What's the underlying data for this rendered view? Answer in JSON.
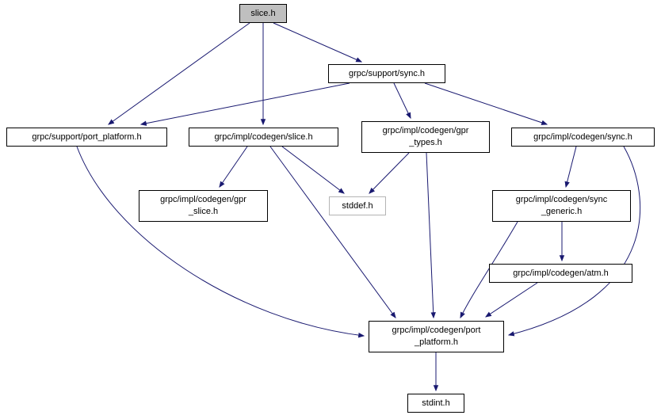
{
  "diagram": {
    "type": "include-dependency-graph",
    "root": "slice.h",
    "colors": {
      "edge": "#191970",
      "node_border": "#000000",
      "external_node_border": "#b4b4b4",
      "root_fill": "#bfbfbf",
      "node_fill": "#ffffff"
    },
    "nodes": [
      {
        "id": "slice_h",
        "label": "slice.h"
      },
      {
        "id": "grpc_support_sync_h",
        "label": "grpc/support/sync.h"
      },
      {
        "id": "grpc_support_port_platform_h",
        "label": "grpc/support/port_platform.h"
      },
      {
        "id": "grpc_impl_codegen_slice_h",
        "label": "grpc/impl/codegen/slice.h"
      },
      {
        "id": "grpc_impl_codegen_gpr_types_h",
        "label": "grpc/impl/codegen/gpr\n_types.h"
      },
      {
        "id": "grpc_impl_codegen_sync_h",
        "label": "grpc/impl/codegen/sync.h"
      },
      {
        "id": "grpc_impl_codegen_gpr_slice_h",
        "label": "grpc/impl/codegen/gpr\n_slice.h"
      },
      {
        "id": "stddef_h",
        "label": "stddef.h"
      },
      {
        "id": "grpc_impl_codegen_sync_generic_h",
        "label": "grpc/impl/codegen/sync\n_generic.h"
      },
      {
        "id": "grpc_impl_codegen_atm_h",
        "label": "grpc/impl/codegen/atm.h"
      },
      {
        "id": "grpc_impl_codegen_port_platform_h",
        "label": "grpc/impl/codegen/port\n_platform.h"
      },
      {
        "id": "stdint_h",
        "label": "stdint.h"
      }
    ],
    "edges": [
      {
        "from": "slice.h",
        "to": "grpc/support/sync.h"
      },
      {
        "from": "slice.h",
        "to": "grpc/support/port_platform.h"
      },
      {
        "from": "slice.h",
        "to": "grpc/impl/codegen/slice.h"
      },
      {
        "from": "grpc/support/sync.h",
        "to": "grpc/support/port_platform.h"
      },
      {
        "from": "grpc/support/sync.h",
        "to": "grpc/impl/codegen/gpr_types.h"
      },
      {
        "from": "grpc/support/sync.h",
        "to": "grpc/impl/codegen/sync.h"
      },
      {
        "from": "grpc/support/port_platform.h",
        "to": "grpc/impl/codegen/port_platform.h"
      },
      {
        "from": "grpc/impl/codegen/slice.h",
        "to": "grpc/impl/codegen/gpr_slice.h"
      },
      {
        "from": "grpc/impl/codegen/slice.h",
        "to": "stddef.h"
      },
      {
        "from": "grpc/impl/codegen/slice.h",
        "to": "grpc/impl/codegen/port_platform.h"
      },
      {
        "from": "grpc/impl/codegen/gpr_types.h",
        "to": "stddef.h"
      },
      {
        "from": "grpc/impl/codegen/gpr_types.h",
        "to": "grpc/impl/codegen/port_platform.h"
      },
      {
        "from": "grpc/impl/codegen/sync.h",
        "to": "grpc/impl/codegen/sync_generic.h"
      },
      {
        "from": "grpc/impl/codegen/sync.h",
        "to": "grpc/impl/codegen/port_platform.h"
      },
      {
        "from": "grpc/impl/codegen/sync_generic.h",
        "to": "grpc/impl/codegen/atm.h"
      },
      {
        "from": "grpc/impl/codegen/sync_generic.h",
        "to": "grpc/impl/codegen/port_platform.h"
      },
      {
        "from": "grpc/impl/codegen/atm.h",
        "to": "grpc/impl/codegen/port_platform.h"
      },
      {
        "from": "grpc/impl/codegen/port_platform.h",
        "to": "stdint.h"
      }
    ]
  }
}
